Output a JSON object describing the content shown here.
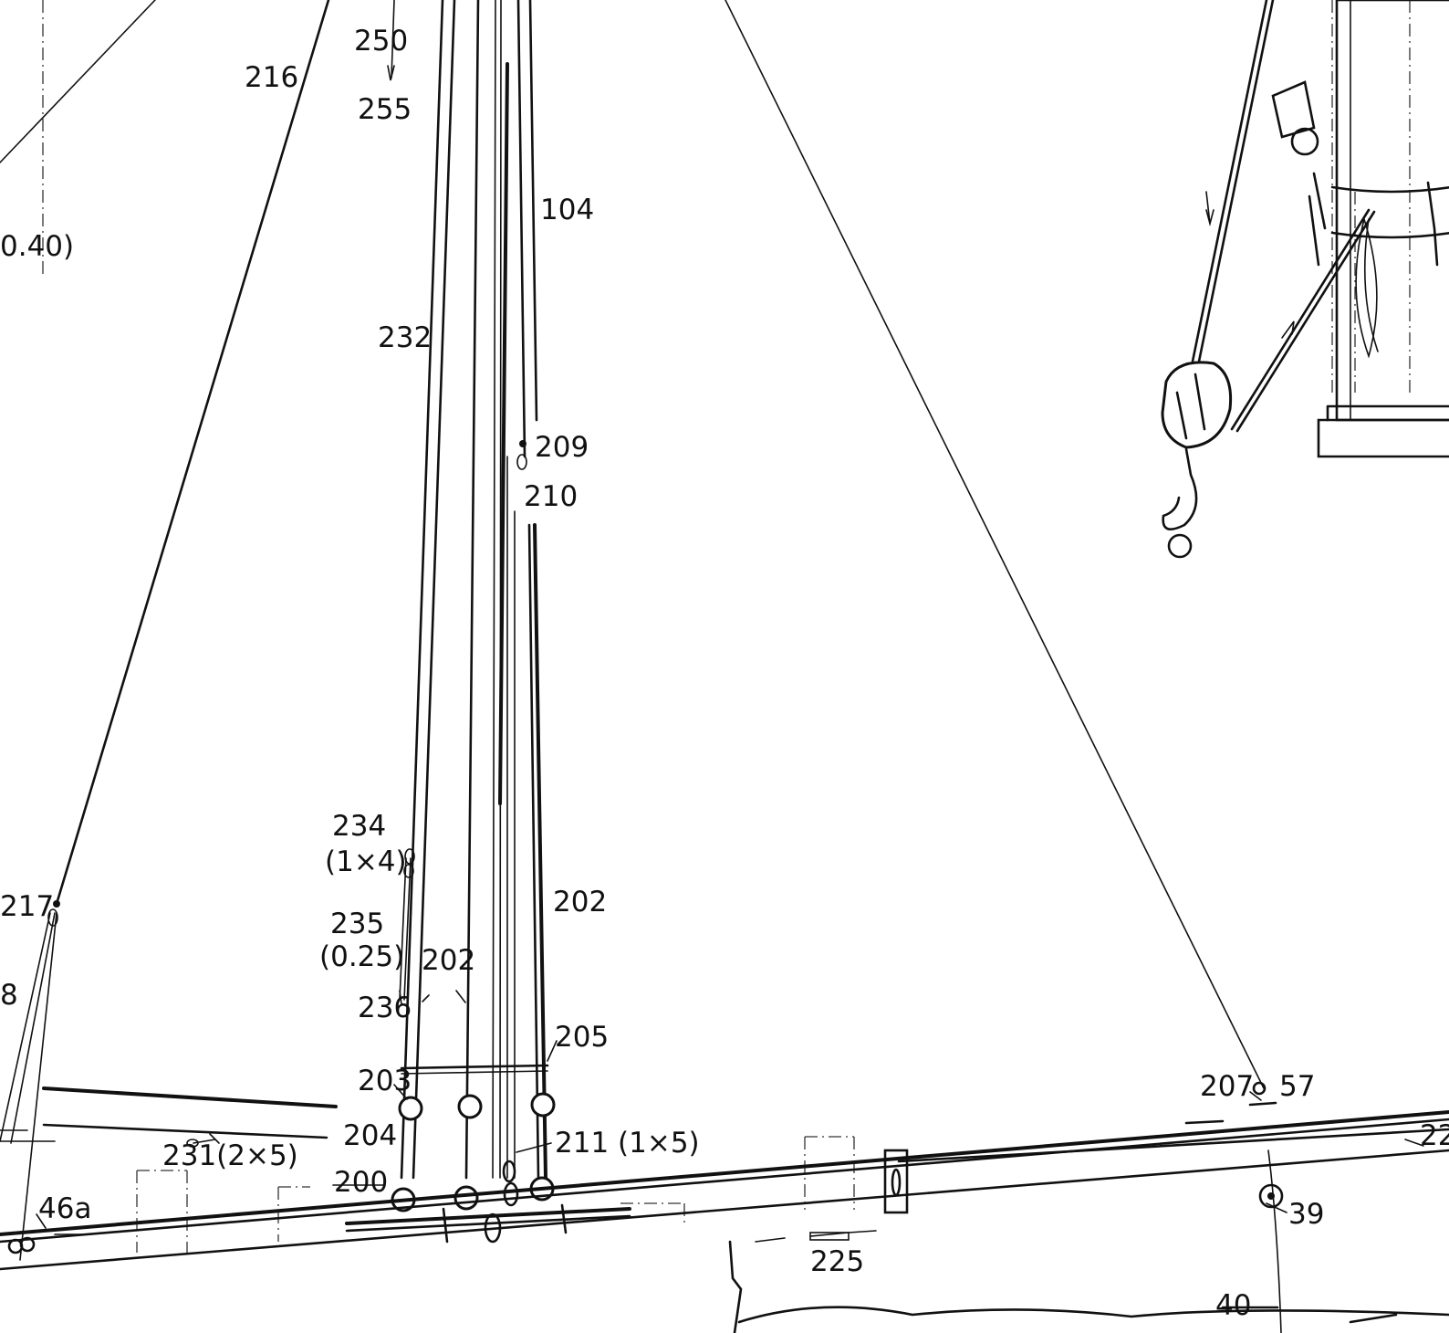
{
  "labels": {
    "l216": "216",
    "l250": "250",
    "l255": "255",
    "l104": "104",
    "l040": "0.40)",
    "l232": "232",
    "l209": "209",
    "l210": "210",
    "l234": "234",
    "l1x4": "(1×4)",
    "l202a": "202",
    "l235": "235",
    "l025": "(0.25)",
    "l202b": "202",
    "l217": "217",
    "l8": "8",
    "l236": "236",
    "l205": "205",
    "l203": "203",
    "l207": "207",
    "l57": "57",
    "l204": "204",
    "l231": "231(2×5)",
    "l211": "211 (1×5)",
    "l200": "200",
    "l22": "22",
    "l46a": "46a",
    "l39": "39",
    "l225": "225",
    "l40": "40"
  }
}
